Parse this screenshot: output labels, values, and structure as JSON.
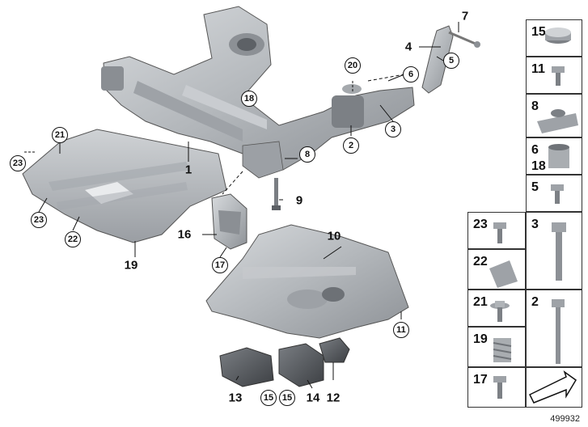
{
  "diagram": {
    "document_number": "499932",
    "callouts": [
      "1",
      "2",
      "3",
      "4",
      "5",
      "6",
      "7",
      "8",
      "9",
      "10",
      "11",
      "12",
      "13",
      "14",
      "15",
      "15",
      "16",
      "17",
      "18",
      "19",
      "20",
      "21",
      "22",
      "23",
      "23"
    ],
    "legend_numbers": [
      "15",
      "11",
      "8",
      "6",
      "18",
      "5",
      "23",
      "3",
      "22",
      "21",
      "2",
      "19",
      "17"
    ],
    "colors": {
      "part_fill": "#b8bcc0",
      "part_shadow": "#8c9095",
      "part_light": "#d5d8db",
      "line": "#111111"
    }
  }
}
